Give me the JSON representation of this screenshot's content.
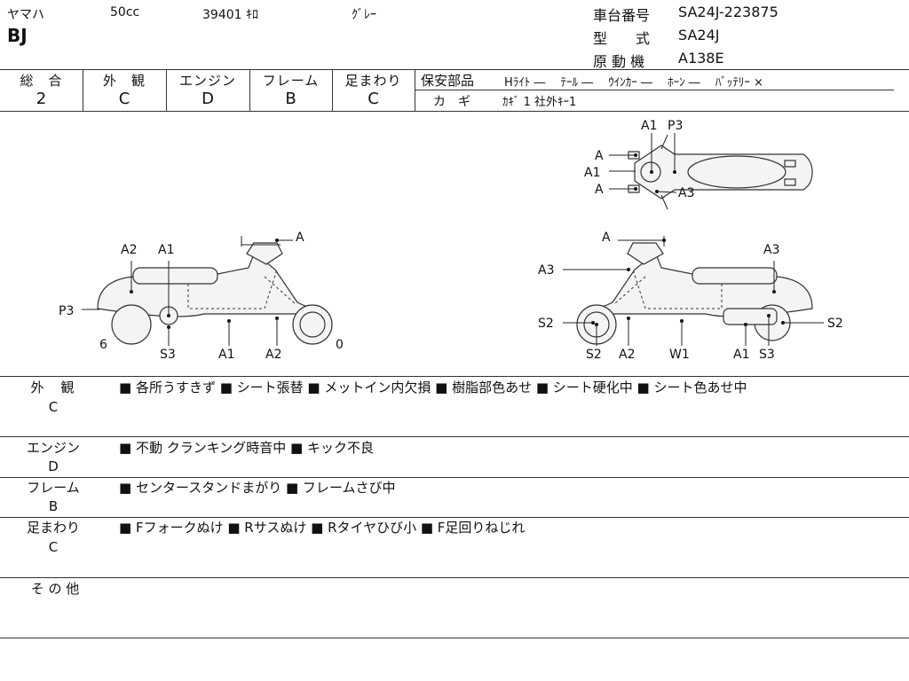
{
  "header": {
    "maker": "ヤマハ",
    "displacement": "50cc",
    "mileage": "39401 ｷﾛ",
    "color": "ｸﾞﾚｰ",
    "model_name": "BJ",
    "frame_label": "車台番号",
    "frame_value": "SA24J-223875",
    "type_label": "型　　式",
    "type_value": "SA24J",
    "engine_label": "原 動 機",
    "engine_value": "A138E"
  },
  "grades": [
    {
      "label": "総　合",
      "value": "2"
    },
    {
      "label": "外　観",
      "value": "C"
    },
    {
      "label": "エンジン",
      "value": "D"
    },
    {
      "label": "フレーム",
      "value": "B"
    },
    {
      "label": "足まわり",
      "value": "C"
    }
  ],
  "safety": {
    "title": "保安部品",
    "items": "Hﾗｲﾄ ―　 ﾃｰﾙ ―　 ｳｲﾝｶｰ ―　 ﾎｰﾝ ―　 ﾊﾞｯﾃﾘｰ ×",
    "key_label": "カ　ギ",
    "key_value": "ｶｷﾞ 1 社外ｷｰ1"
  },
  "diagram": {
    "top_view": [
      "A1",
      "P3",
      "A",
      "A1",
      "A",
      "A3"
    ],
    "left_view": [
      "A",
      "A2",
      "A1",
      "P3",
      "6",
      "S3",
      "A1",
      "A2",
      "0"
    ],
    "right_view": [
      "A",
      "A3",
      "A3",
      "S2",
      "S2",
      "A2",
      "W1",
      "A1",
      "S3",
      "S2"
    ]
  },
  "sections": [
    {
      "label": "外　観",
      "grade": "C",
      "text": "■ 各所うすきず ■ シート張替 ■ メットイン内欠損 ■ 樹脂部色あせ ■ シート硬化中 ■ シート色あせ中"
    },
    {
      "label": "エンジン",
      "grade": "D",
      "text": "■ 不動 クランキング時音中 ■ キック不良"
    },
    {
      "label": "フレーム",
      "grade": "B",
      "text": "■ センタースタンドまがり ■ フレームさび中"
    },
    {
      "label": "足まわり",
      "grade": "C",
      "text": "■ Fフォークぬけ ■ Rサスぬけ ■ Rタイヤひび小 ■ F足回りねじれ"
    },
    {
      "label": "そ の 他",
      "grade": "",
      "text": ""
    }
  ]
}
